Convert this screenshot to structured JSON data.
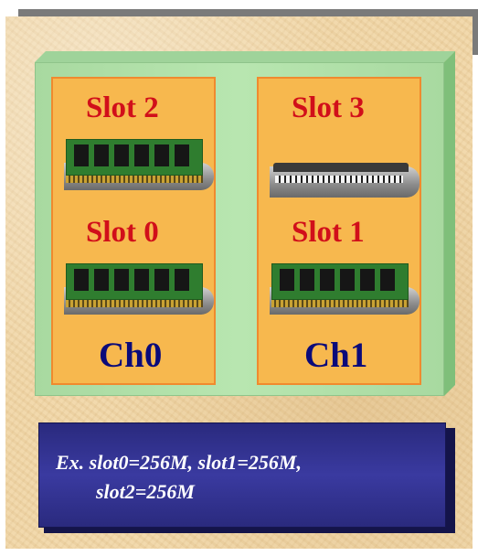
{
  "slots": {
    "slot2": "Slot 2",
    "slot3": "Slot 3",
    "slot0": "Slot 0",
    "slot1": "Slot 1"
  },
  "channels": {
    "ch0": "Ch0",
    "ch1": "Ch1"
  },
  "note": {
    "line1": "Ex. slot0=256M, slot1=256M,",
    "line2": "slot2=256M"
  },
  "colors": {
    "slot_label": "#d10f1a",
    "channel_label": "#0b0b7a",
    "channel_fill": "#f7b84e",
    "board_green": "#b8e6b0",
    "note_fill": "#2a2a7e"
  }
}
